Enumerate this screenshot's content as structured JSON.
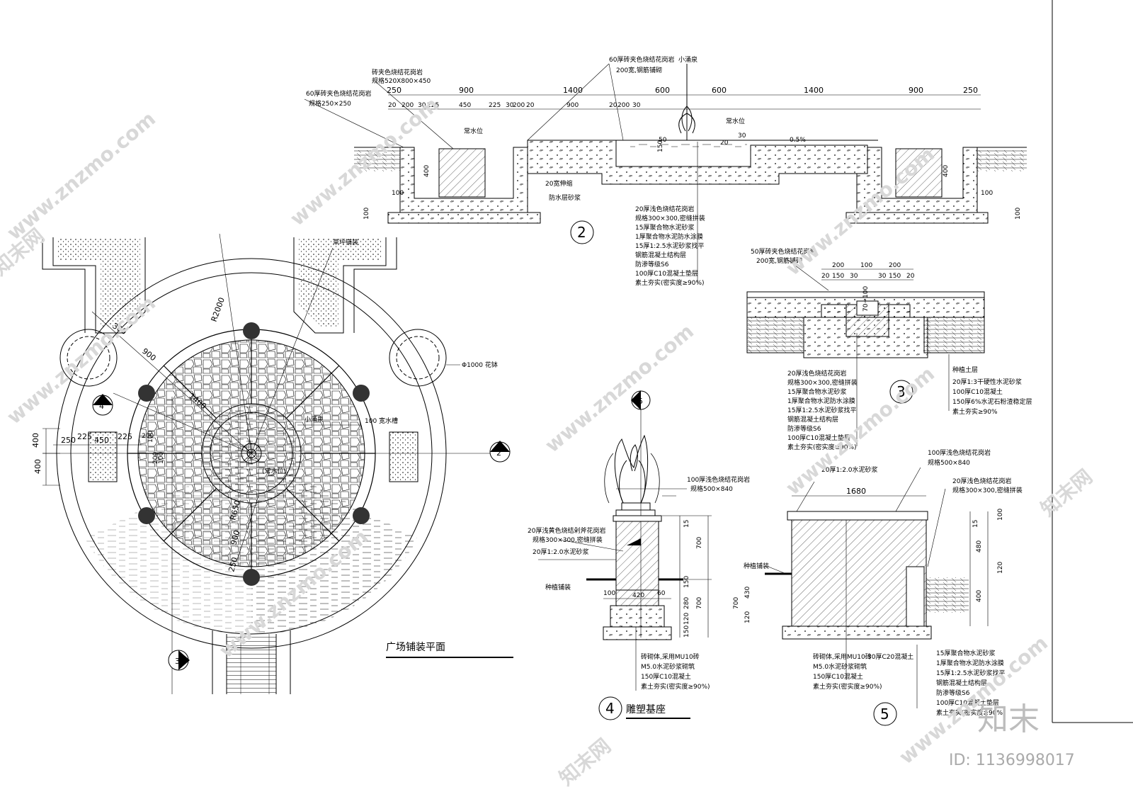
{
  "watermark": {
    "site": "www.znzmo.com",
    "brand": "知末网",
    "logo": "知末",
    "id": "ID: 1136998017"
  },
  "plan": {
    "title": "广场铺装平面",
    "dims": {
      "r2000": "R2000",
      "d300": "300",
      "d900": "900",
      "d1400": "1400",
      "d250a": "250",
      "d225a": "225",
      "d450": "450",
      "d225b": "225",
      "d400a": "400",
      "d400b": "400",
      "d200a": "200",
      "d200b": "200",
      "d100a": "100",
      "d100b": "100",
      "d250b": "250",
      "d900b": "900",
      "r650": "R650",
      "d250c": "250"
    },
    "labels": {
      "tree": "Φ1000 花钵",
      "drain": "100 宽水槽",
      "small_fountain": "小涌泉",
      "lawn": "草坪铺装",
      "water": "(常水位)"
    },
    "section_marks": [
      "4",
      "2",
      "3",
      "5"
    ]
  },
  "section2": {
    "number": "2",
    "top_dims": [
      "250",
      "900",
      "1400",
      "600",
      "600",
      "1400",
      "900",
      "250"
    ],
    "sub_dims": [
      "20",
      "200",
      "30",
      "225",
      "450",
      "225",
      "30",
      "200",
      "20",
      "900",
      "20",
      "200",
      "30"
    ],
    "notes": {
      "a": "砖夹色烧结花岗岩",
      "a2": "规格520X800×450",
      "b": "60厚砖夹色烧结花岗岩",
      "b2": "200宽,钢筋铺砌",
      "c": "60厚砖夹色烧结花岗岩",
      "c2": "规格250×250",
      "fountain": "小涌泉",
      "water1": "常水位",
      "water2": "常水位",
      "slope": "0.5%",
      "gap": "20",
      "dep": "150",
      "edge": "20宽伸缩",
      "plant": "防水层砂浆",
      "h400a": "400",
      "h400b": "400",
      "h100a": "100",
      "h100b": "100",
      "h100c": "100",
      "h100d": "100",
      "h50": "50",
      "h30": "30"
    },
    "layers": [
      "20厚浅色烧结花岗岩",
      "规格300×300,密缝拼装",
      "15厚聚合物水泥砂浆",
      "1厚聚合物水泥防水涂膜",
      "15厚1:2.5水泥砂浆找平",
      "钢筋混凝土结构层",
      "防渗等级S6",
      "100厚C10混凝土垫层",
      "素土夯实(密实度≥90%)"
    ]
  },
  "section3": {
    "number": "3",
    "top_note": "50厚砖夹色烧结花岗岩",
    "top_note2": "200宽,钢筋铺砌",
    "dims": [
      "200",
      "100",
      "200",
      "20",
      "150",
      "30",
      "30",
      "150",
      "20"
    ],
    "depth": "70~100",
    "layers_left": [
      "20厚浅色烧结花岗岩",
      "规格300×300,密缝拼装",
      "15厚聚合物水泥砂浆",
      "1厚聚合物水泥防水涂膜",
      "15厚1:2.5水泥砂浆找平",
      "钢筋混凝土结构层",
      "防渗等级S6",
      "100厚C10混凝土垫层",
      "素土夯实(密实度≥90%)"
    ],
    "layers_right": [
      "种植土层",
      "20厚1:3干硬性水泥砂浆",
      "100厚C10混凝土",
      "150厚6%水泥石粉渣稳定层",
      "素土夯实≥90%"
    ]
  },
  "section4": {
    "number": "4",
    "title": "雕塑基座",
    "notes": {
      "cap": "100厚浅色烧结花岗岩",
      "cap2": "规格500×840",
      "side": "20厚浅黄色烧结剁斧花岗岩",
      "side2": "规格300×300,密缝拼装",
      "mortar": "20厚1:2.0水泥砂浆",
      "ground": "种植铺装"
    },
    "dims": {
      "w100": "100",
      "w420": "420",
      "w60": "60",
      "h15": "15",
      "h700a": "700",
      "h150a": "150",
      "h280": "280",
      "h700b": "700",
      "h120": "120",
      "h150b": "150",
      "h430": "430",
      "h120b": "120",
      "h700c": "700"
    },
    "layers": [
      "砖砌体,采用MU10砖",
      "M5.0水泥砂浆砌筑",
      "150厚C10混凝土",
      "素土夯实(密实度≥90%)"
    ]
  },
  "section5": {
    "number": "5",
    "notes": {
      "cap": "100厚浅色烧结花岗岩",
      "cap2": "规格500×840",
      "mortar": "20厚1:2.0水泥砂浆",
      "side": "20厚浅色烧结花岗岩",
      "side2": "规格300×300,密缝拼装",
      "ground": "种植铺装",
      "c20": "30厚C20混凝土"
    },
    "dims": {
      "w1680": "1680",
      "r100": "100",
      "r480": "480",
      "r120": "120",
      "r400": "400",
      "r15": "15"
    },
    "layers_left": [
      "砖砌体,采用MU10砖",
      "M5.0水泥砂浆砌筑",
      "150厚C10混凝土",
      "素土夯实(密实度≥90%)"
    ],
    "layers_right": [
      "15厚聚合物水泥砂浆",
      "1厚聚合物水泥防水涂膜",
      "15厚1:2.5水泥砂浆找平",
      "钢筋混凝土结构层",
      "防渗等级S6",
      "100厚C10混凝土垫层",
      "素土夯实(密实度≥90%)"
    ]
  }
}
